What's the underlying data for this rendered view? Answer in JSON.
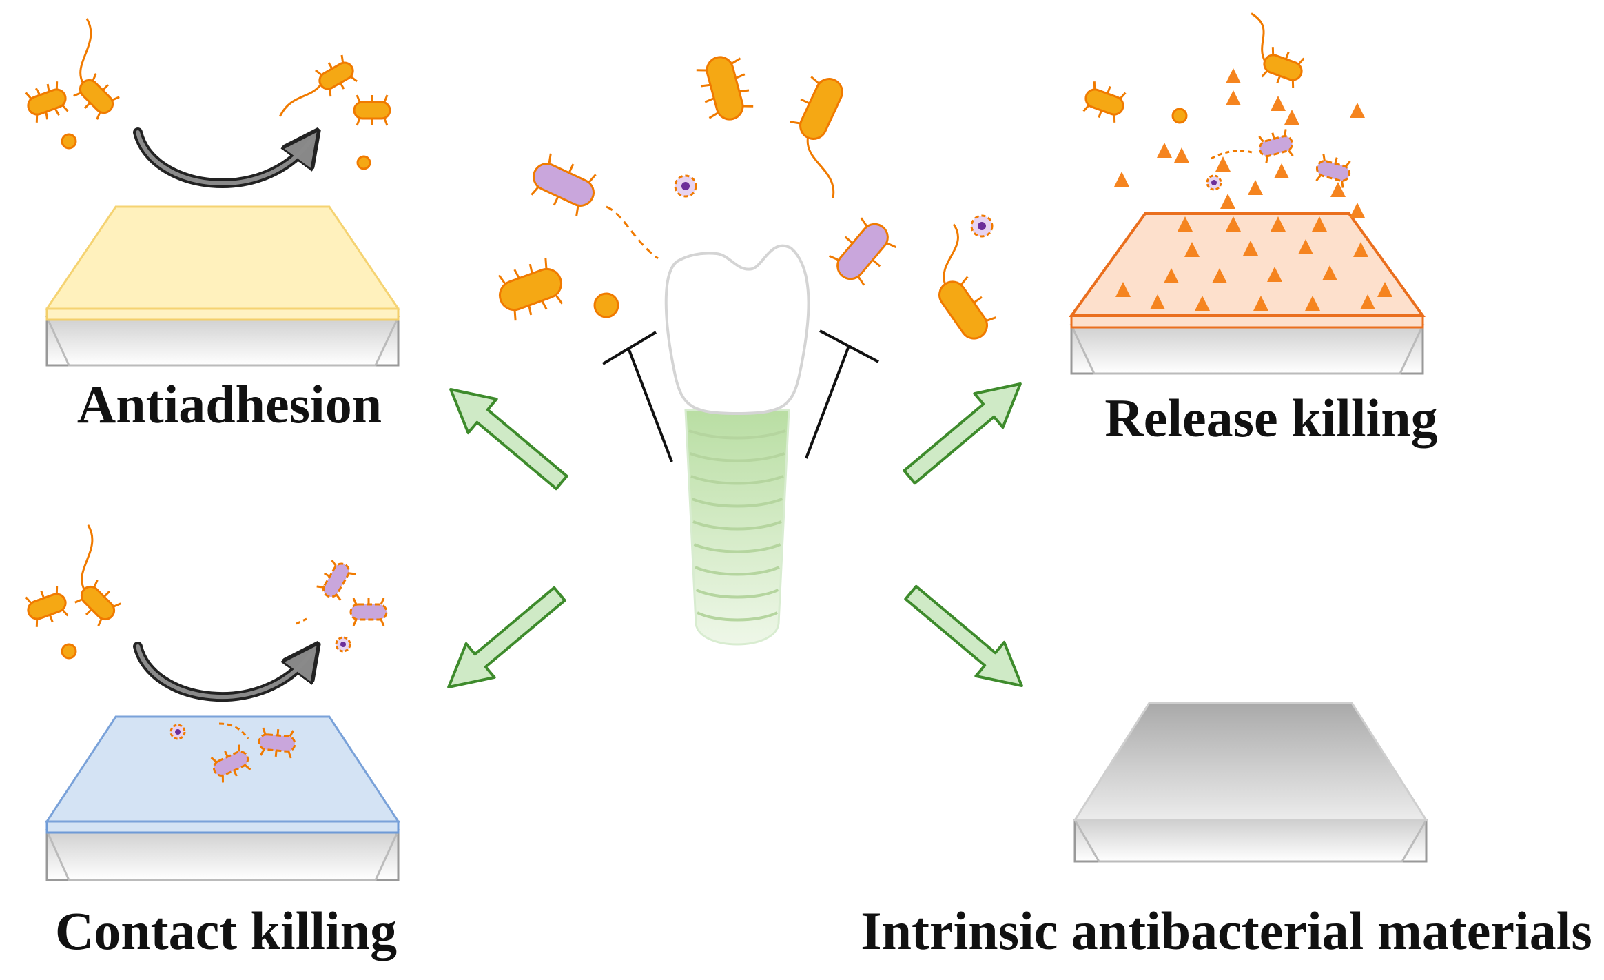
{
  "labels": {
    "antiadhesion": "Antiadhesion",
    "release_killing": "Release killing",
    "contact_killing": "Contact killing",
    "intrinsic": "Intrinsic antibacterial materials"
  },
  "colors": {
    "bacteria_orange": "#f5a814",
    "bacteria_outline": "#f07a00",
    "bacteria_purple": "#c9a6dc",
    "arrow_green_fill": "#cfeac6",
    "arrow_green_stroke": "#3e8b2c",
    "implant_green": "#c4e2b0",
    "antiadhesion_coat": "#ffefb6",
    "antiadhesion_edge": "#f7d36a",
    "release_coat": "#fde0cc",
    "release_edge": "#ea6f1e",
    "contact_coat": "#d4e3f4",
    "contact_edge": "#6e9ad6"
  },
  "icons": [
    "bacterium-icon",
    "coccus-icon",
    "dental-implant-icon",
    "curved-arrow-icon",
    "block-symbol-icon",
    "antibacterial-particle-icon"
  ]
}
